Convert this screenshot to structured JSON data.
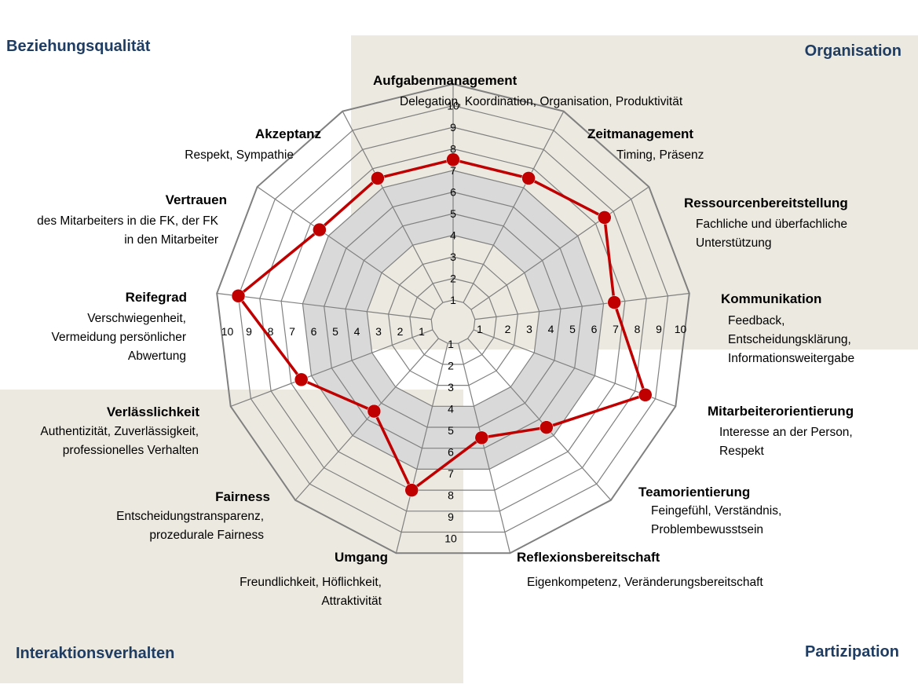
{
  "quadrants": {
    "top_left": "Beziehungsqualität",
    "top_right": "Organisation",
    "bottom_left": "Interaktionsverhalten",
    "bottom_right": "Partizipation"
  },
  "colors": {
    "quadrant_fill": "#ece9e0",
    "band_fill": "#d9d9d9",
    "grid_line": "#808080",
    "series_line": "#c00000",
    "series_marker": "#c00000",
    "quadrant_title": "#1f3d63"
  },
  "chart_data": {
    "type": "radar",
    "scale": [
      1,
      10
    ],
    "ticks": [
      1,
      2,
      3,
      4,
      5,
      6,
      7,
      8,
      9,
      10
    ],
    "grid": true,
    "reference_band": [
      4,
      7
    ],
    "axes": [
      {
        "title": "Aufgabenmanagement",
        "lines": [
          "Delegation, Koordination, Organisation, Produktivität"
        ]
      },
      {
        "title": "Zeitmanagement",
        "lines": [
          "Timing, Präsenz"
        ]
      },
      {
        "title": "Ressourcenbereitstellung",
        "lines": [
          "Fachliche und überfachliche",
          "Unterstützung"
        ]
      },
      {
        "title": "Kommunikation",
        "lines": [
          "Feedback,",
          "Entscheidungsklärung,",
          "Informationsweitergabe"
        ]
      },
      {
        "title": "Mitarbeiterorientierung",
        "lines": [
          "Interesse an der Person,",
          "Respekt"
        ]
      },
      {
        "title": "Teamorientierung",
        "lines": [
          "Feingefühl, Verständnis,",
          "Problembewusstsein"
        ]
      },
      {
        "title": "Reflexionsbereitschaft",
        "lines": [
          "Eigenkompetenz, Veränderungsbereitschaft"
        ]
      },
      {
        "title": "Umgang",
        "lines": [
          "Freundlichkeit, Höflichkeit,",
          "Attraktivität"
        ]
      },
      {
        "title": "Fairness",
        "lines": [
          "Entscheidungstransparenz,",
          "prozedurale Fairness"
        ]
      },
      {
        "title": "Verlässlichkeit",
        "lines": [
          "Authentizität, Zuverlässigkeit,",
          "professionelles Verhalten"
        ]
      },
      {
        "title": "Reifegrad",
        "lines": [
          "Verschwiegenheit,",
          "Vermeidung persönlicher",
          "Abwertung"
        ]
      },
      {
        "title": "Vertrauen",
        "lines": [
          "des Mitarbeiters in die FK, der FK",
          "in den Mitarbeiter"
        ]
      },
      {
        "title": "Akzeptanz",
        "lines": [
          "Respekt, Sympathie"
        ]
      }
    ],
    "series": [
      {
        "values": [
          7.5,
          7.5,
          8.5,
          7.5,
          9.5,
          6.5,
          5.5,
          8,
          5.5,
          7.5,
          10,
          7.5,
          7.5
        ]
      }
    ]
  }
}
